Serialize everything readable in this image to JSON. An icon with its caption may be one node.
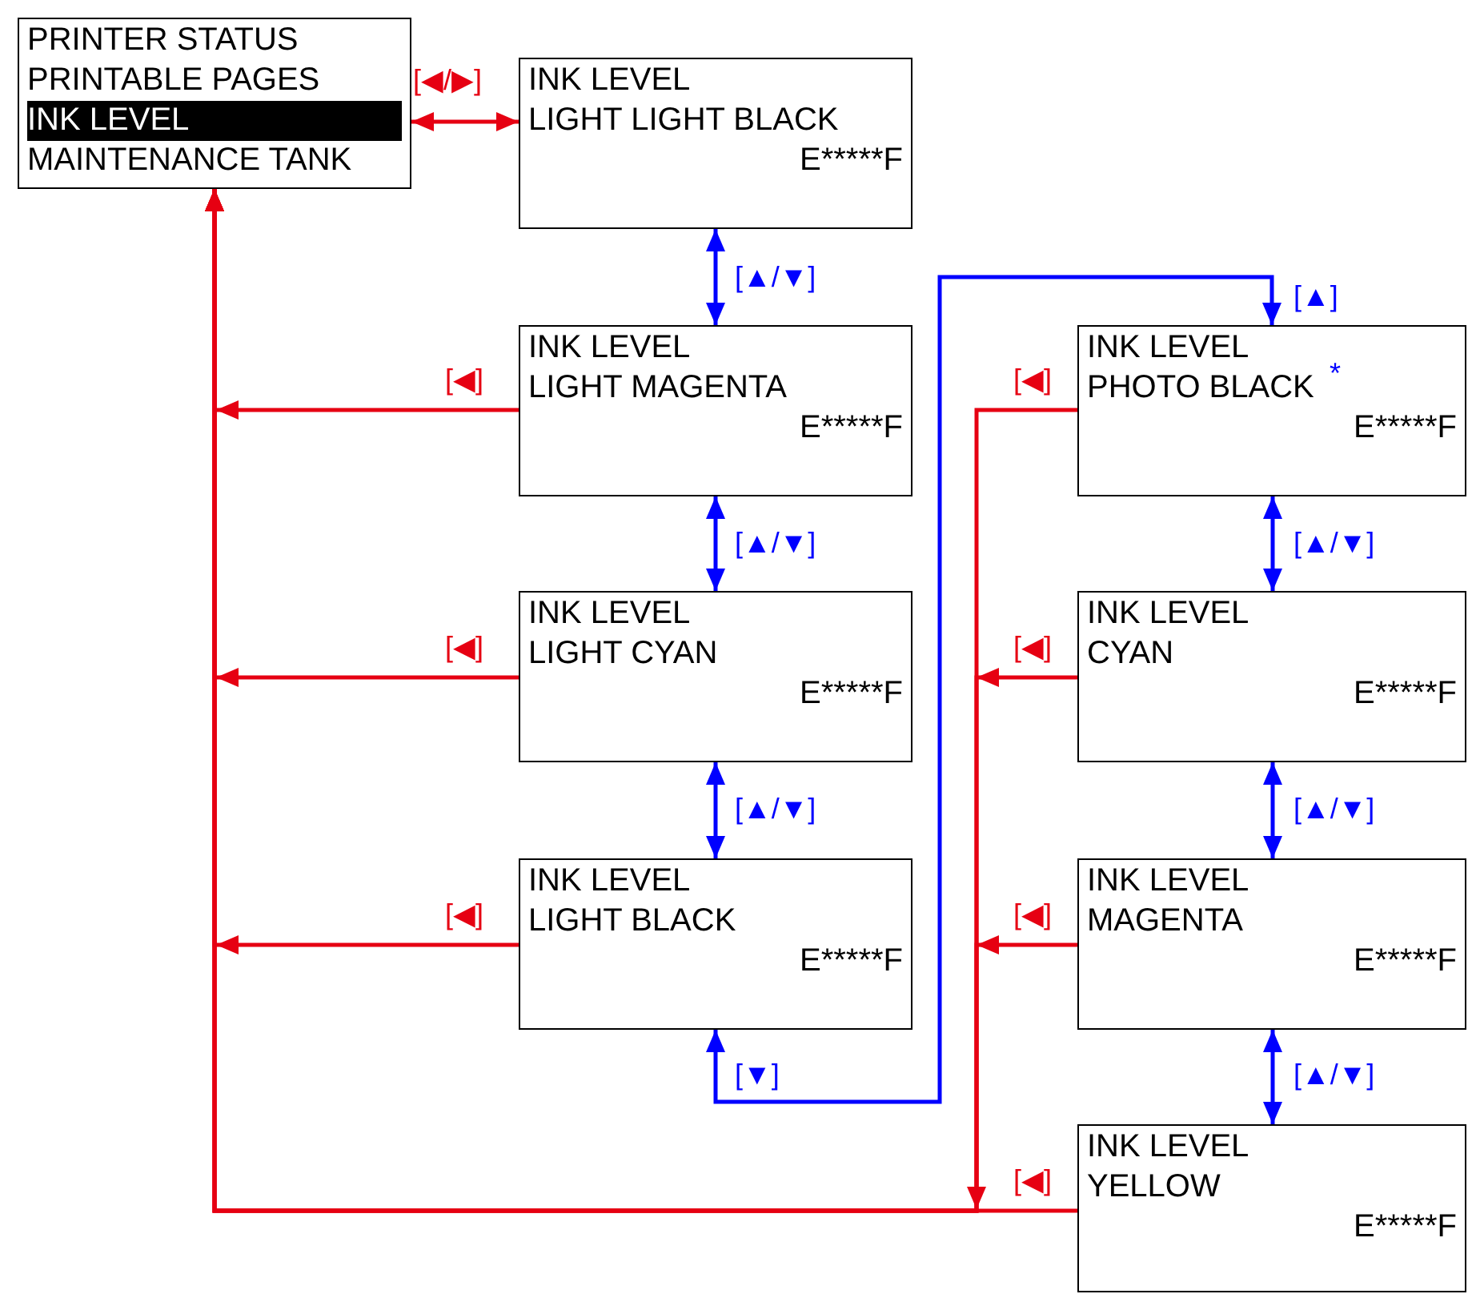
{
  "diagram": {
    "nodes": [
      {
        "text": [
          "PRINTER STATUS",
          "PRINTABLE PAGES",
          "INK LEVEL",
          "MAINTENANCE TANK"
        ]
      },
      {
        "text": [
          "INK LEVEL",
          "LIGHT LIGHT BLACK",
          "E*****F"
        ]
      },
      {
        "text": [
          "INK LEVEL",
          "LIGHT MAGENTA",
          "E*****F"
        ]
      },
      {
        "text": [
          "INK LEVEL",
          "LIGHT CYAN",
          "E*****F"
        ]
      },
      {
        "text": [
          "INK LEVEL",
          "LIGHT BLACK",
          "E*****F"
        ]
      },
      {
        "text": [
          "INK LEVEL",
          "PHOTO BLACK $^{*}$",
          "E*****F"
        ]
      },
      {
        "text": [
          "INK LEVEL",
          "CYAN",
          "E*****F"
        ]
      },
      {
        "text": [
          "INK LEVEL",
          "MAGENTA",
          "E*****F"
        ]
      },
      {
        "text": [
          "INK LEVEL",
          "YELLOW",
          "E*****F"
        ]
      }
    ],
    "edges": [
      {
        "from": 0,
        "to": 1,
        "arrow": "both",
        "label": "[◀/▶]"
      },
      {
        "from": 1,
        "to": 2,
        "arrow": "both",
        "label": "[▲/▼]",
        "color": "#0000ff"
      },
      {
        "from": 2,
        "to": 3,
        "arrow": "both",
        "label": "[▲/▼]",
        "color": "#0000ff"
      },
      {
        "from": 3,
        "to": 4,
        "arrow": "both",
        "label": "[▲/▼]",
        "color": "#0000ff"
      },
      {
        "from": 4,
        "to": 5,
        "arrow": "both",
        "label": "[▼]",
        "color": "#0000ff"
      },
      {
        "from": 5,
        "to": 6,
        "arrow": "both",
        "label": "[▲/▼]",
        "color": "#0000ff"
      },
      {
        "from": 6,
        "to": 7,
        "arrow": "both",
        "label": "[▲/▼]",
        "color": "#0000ff"
      },
      {
        "from": 7,
        "to": 8,
        "arrow": "both",
        "label": "[▲/▼]",
        "color": "#0000ff"
      },
      {
        "from": 2,
        "to": 0,
        "arrow": "to",
        "label": "[◀]"
      },
      {
        "from": 3,
        "to": 0,
        "arrow": "to",
        "label": "[◀]"
      },
      {
        "from": 4,
        "to": 0,
        "arrow": "to",
        "label": "[◀]"
      },
      {
        "from": 8,
        "to": 0,
        "arrow": "to",
        "label": "[◀]"
      },
      {
        "from": 5,
        "to": 0,
        "arrow": "to",
        "label": "[◀]"
      },
      {
        "from": 6,
        "to": 0,
        "arrow": "to",
        "label": "[◀]"
      },
      {
        "from": 7,
        "to": 0,
        "arrow": "to",
        "label": "[◀]"
      }
    ],
    "labels": [
      "[▲]"
    ]
  }
}
